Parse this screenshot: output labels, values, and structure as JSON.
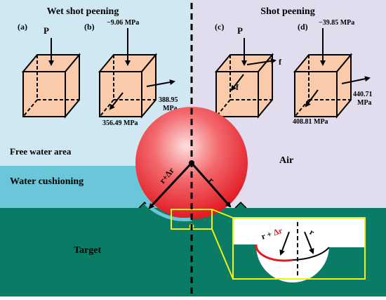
{
  "headers": {
    "left": "Wet shot peening",
    "right": "Shot peening"
  },
  "regions": {
    "free_water": "Free water area",
    "water_cushion": "Water cushioning",
    "air": "Air",
    "target": "Target"
  },
  "cubes": [
    {
      "panel": "(a)",
      "load": "P"
    },
    {
      "panel": "(b)",
      "top": "−9.06 MPa",
      "right_val": "388.95",
      "right_unit": "MPa",
      "bottom": "356.49 MPa"
    },
    {
      "panel": "(c)",
      "load": "P",
      "friction_right": "f",
      "friction_inner": "f"
    },
    {
      "panel": "(d)",
      "top": "−39.85 MPa",
      "right_val": "440.71",
      "right_unit": "MPa",
      "bottom": "408.81 MPa"
    }
  ],
  "ball": {
    "radius_left": "r+Δr",
    "radius_right": "r"
  },
  "inset": {
    "label_left_prefix": "r + ",
    "label_left_delta": "Δr",
    "label_right": "r"
  },
  "colors": {
    "water_light": "#cfe8f2",
    "water_cushion": "#6cc6da",
    "air": "#e2dcef",
    "target": "#0a7c66",
    "cube": "#f9cbaa",
    "ball": "#f03a3e",
    "highlight": "#f2f20a",
    "delta_red": "#e31d1d"
  }
}
